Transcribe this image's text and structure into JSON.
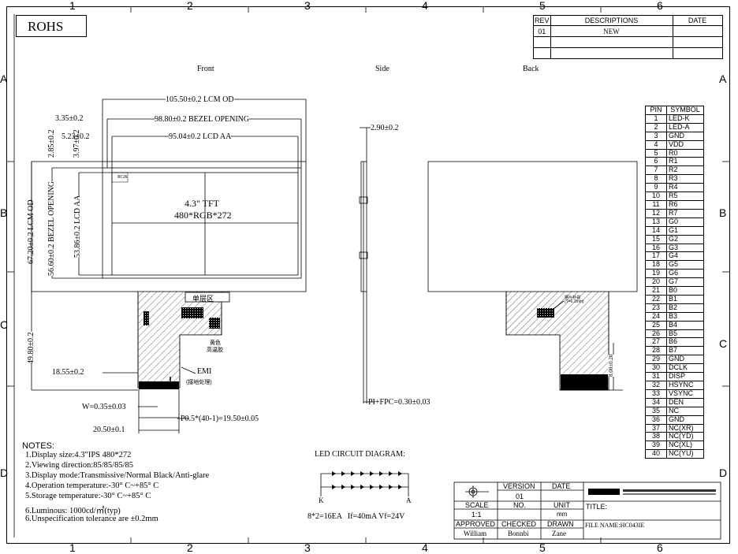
{
  "sheet": {
    "col_numbers": [
      "1",
      "2",
      "3",
      "4",
      "5",
      "6"
    ],
    "row_letters": [
      "A",
      "B",
      "C",
      "D"
    ],
    "rohs_label": "ROHS"
  },
  "revision_block": {
    "headers": [
      "REV",
      "DESCRIPTIONS",
      "DATE"
    ],
    "rev": "01",
    "description": "NEW",
    "date": ""
  },
  "views": {
    "front": "Front",
    "side": "Side",
    "back": "Back"
  },
  "dimensions": {
    "lcm_od_w": "105.50±0.2 LCM OD",
    "bezel_w": "98.80±0.2 BEZEL OPENING",
    "lcd_aa_w": "95.04±0.2 LCD AA",
    "left_335": "3.35±0.2",
    "left_523": "5.23±0.2",
    "top_285": "2.85±0.2",
    "top_397": "3.97±0.2",
    "lcm_od_h": "67.20±0.2 LCM OD",
    "bezel_h": "56.60±0.2 BEZEL OPENING",
    "lcd_aa_h": "53.86±0.2 LCD AA",
    "fpc_h": "49.80±0.2",
    "fpc_offset": "18.55±0.2",
    "w_035": "W=0.35±0.03",
    "fpc_w": "20.50±0.1",
    "pitch": "P0.5*(40-1)=19.50±0.05",
    "thickness": "2.90±0.2",
    "pi_fpc": "PI+FPC=0.30±0.03",
    "back_800": "8.00±0.20"
  },
  "panel": {
    "line1": "4.3\" TFT",
    "line2": "480*RGB*272",
    "rgb": "RGB"
  },
  "annotations": {
    "single_layer": "单层区",
    "yellow_tape": "黄色",
    "high_temp_tape": "高温胶",
    "emi": "EMI",
    "grounding": "(接地处理)",
    "steel_plate": "钢片补强",
    "steel_thk": "(T=0.1mm)"
  },
  "notes": {
    "title": "NOTES:",
    "items": [
      "1.Display size:4.3\"IPS 480*272",
      "2.Viewing direction:85/85/85/85",
      "3.Display mode:Transmissive/Normal Black/Anti-glare",
      "4.Operation temperature:-30° C~+85° C",
      "5.Storage temperature:-30° C~+85° C",
      "6.Luminous: 1000cd/㎡(typ)",
      "6.Unspecification tolerance are ±0.2mm"
    ]
  },
  "led": {
    "title": "LED CIRCUIT DIAGRAM:",
    "k": "K",
    "a": "A",
    "spec": "8*2=16EA   If=40mA Vf=24V"
  },
  "pin_table": {
    "headers": [
      "PIN",
      "SYMBOL"
    ],
    "rows": [
      [
        "1",
        "LED-K"
      ],
      [
        "2",
        "LED-A"
      ],
      [
        "3",
        "GND"
      ],
      [
        "4",
        "VDD"
      ],
      [
        "5",
        "R0"
      ],
      [
        "6",
        "R1"
      ],
      [
        "7",
        "R2"
      ],
      [
        "8",
        "R3"
      ],
      [
        "9",
        "R4"
      ],
      [
        "10",
        "R5"
      ],
      [
        "11",
        "R6"
      ],
      [
        "12",
        "R7"
      ],
      [
        "13",
        "G0"
      ],
      [
        "14",
        "G1"
      ],
      [
        "15",
        "G2"
      ],
      [
        "16",
        "G3"
      ],
      [
        "17",
        "G4"
      ],
      [
        "18",
        "G5"
      ],
      [
        "19",
        "G6"
      ],
      [
        "20",
        "G7"
      ],
      [
        "21",
        "B0"
      ],
      [
        "22",
        "B1"
      ],
      [
        "23",
        "B2"
      ],
      [
        "24",
        "B3"
      ],
      [
        "25",
        "B4"
      ],
      [
        "26",
        "B5"
      ],
      [
        "27",
        "B6"
      ],
      [
        "28",
        "B7"
      ],
      [
        "29",
        "GND"
      ],
      [
        "30",
        "DCLK"
      ],
      [
        "31",
        "DISP"
      ],
      [
        "32",
        "HSYNC"
      ],
      [
        "33",
        "VSYNC"
      ],
      [
        "34",
        "DEN"
      ],
      [
        "35",
        "NC"
      ],
      [
        "36",
        "GND"
      ],
      [
        "37",
        "NC(XR)"
      ],
      [
        "38",
        "NC(YD)"
      ],
      [
        "39",
        "NC(XL)"
      ],
      [
        "40",
        "NC(YU)"
      ]
    ]
  },
  "title_block": {
    "version_label": "VERSION",
    "version": "01",
    "date_label": "DATE",
    "date": "",
    "scale_label": "SCALE",
    "scale": "1:1",
    "no_label": "NO.",
    "unit_label": "UNIT",
    "unit": "mm",
    "title_label": "TITLE:",
    "approved_label": "APPROVED",
    "checked_label": "CHECKED",
    "drawn_label": "DRAWN",
    "approved_by": "William",
    "checked_by": "Bonnbi",
    "drawn_by": "Zane",
    "file_name": "FILE NAME:HC043IE"
  }
}
